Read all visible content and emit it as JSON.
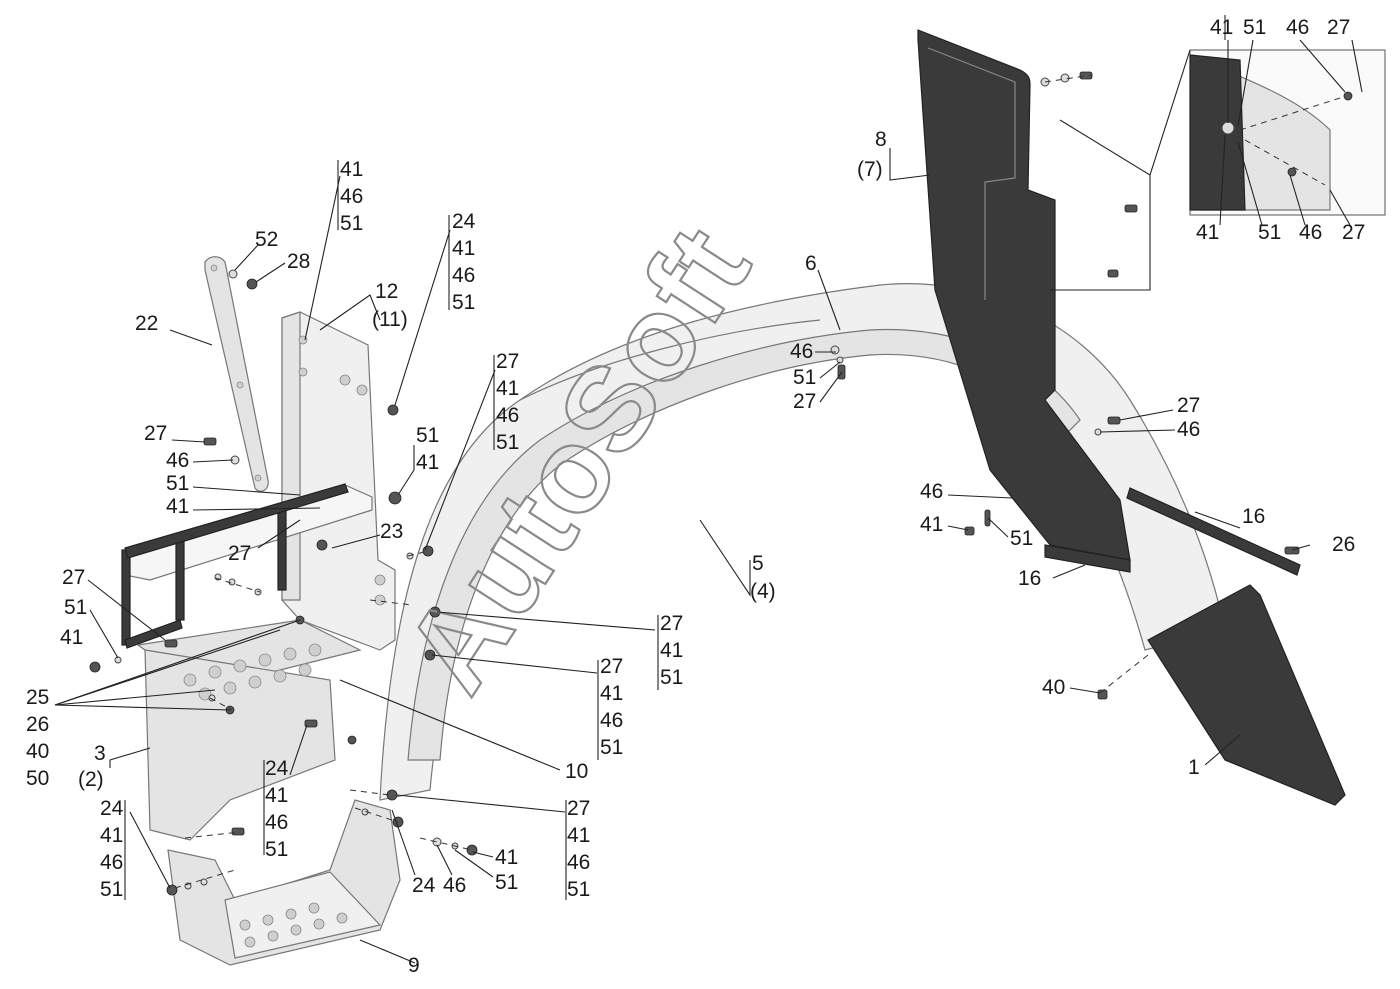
{
  "watermark": "AutoSoft",
  "labels": {
    "l1": "1",
    "l3": "3",
    "l3alt": "(2)",
    "l5": "5",
    "l5alt": "(4)",
    "l6": "6",
    "l8": "8",
    "l8alt": "(7)",
    "l9": "9",
    "l10": "10",
    "l12": "12",
    "l12alt": "(11)",
    "l16a": "16",
    "l16b": "16",
    "l22": "22",
    "l23": "23",
    "l26": "26",
    "l28": "28",
    "l40": "40",
    "l52": "52"
  },
  "stacks": {
    "top_mid": [
      "41",
      "46",
      "51"
    ],
    "right_of_12": [
      "24",
      "41",
      "46",
      "51"
    ],
    "arch_left": [
      "27",
      "41",
      "46",
      "51"
    ],
    "left_27_46_51_41": [
      "27",
      "46",
      "51",
      "41"
    ],
    "pair_51_41": [
      "51",
      "41"
    ],
    "left_27_51_41": [
      "27",
      "51",
      "41"
    ],
    "left_25_26_40_50": [
      "25",
      "26",
      "40",
      "50"
    ],
    "mid_27_41_51": [
      "27",
      "41",
      "51"
    ],
    "mid_27_41_46_51": [
      "27",
      "41",
      "46",
      "51"
    ],
    "step_24_41_46_51": [
      "24",
      "41",
      "46",
      "51"
    ],
    "bottom_left_24_41_46_51": [
      "24",
      "41",
      "46",
      "51"
    ],
    "bottom_27_41_46_51": [
      "27",
      "41",
      "46",
      "51"
    ],
    "bottom_row": [
      "24",
      "46"
    ],
    "bottom_41_51": [
      "41",
      "51"
    ],
    "arch_46_51_27": [
      "46",
      "51",
      "27"
    ],
    "mudflap_27_46": [
      "27",
      "46"
    ],
    "mudflap_46_41_51": [
      "46",
      "41",
      "51"
    ],
    "inset_top": [
      "41",
      "51",
      "46",
      "27"
    ],
    "inset_bottom": [
      "41",
      "51",
      "46",
      "27"
    ]
  },
  "label_27_step": "27"
}
